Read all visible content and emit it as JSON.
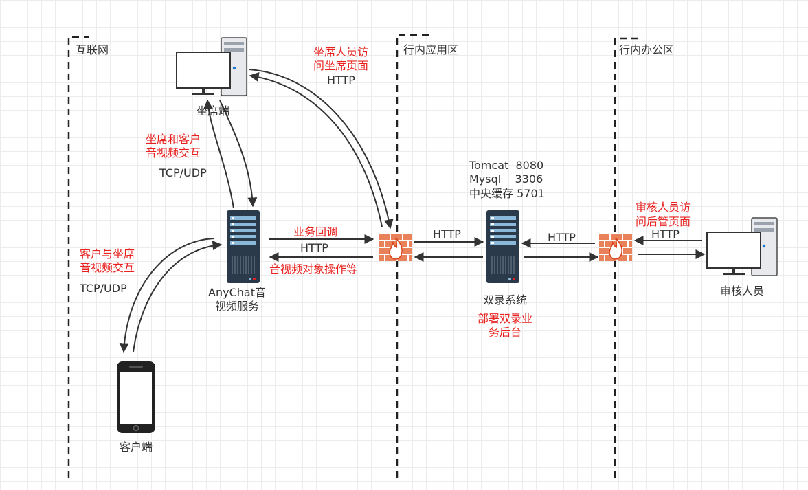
{
  "zones": {
    "internet": "互联网",
    "bank_app": "行内应用区",
    "bank_office": "行内办公区"
  },
  "nodes": {
    "agent_terminal": "坐席端",
    "anychat_line1": "AnyChat音",
    "anychat_line2": "视频服务",
    "client": "客户端",
    "dual_record": "双录系统",
    "reviewer": "审核人员"
  },
  "edges": {
    "agent_web_line1": "坐席人员访",
    "agent_web_line2": "问坐席页面",
    "agent_web_proto": "HTTP",
    "agent_av_line1": "坐席和客户",
    "agent_av_line2": "音视频交互",
    "agent_av_proto": "TCP/UDP",
    "client_av_line1": "客户与坐席",
    "client_av_line2": "音视频交互",
    "client_av_proto": "TCP/UDP",
    "callback": "业务回调",
    "callback_proto": "HTTP",
    "av_ops": "音视频对象操作等",
    "fw_to_dual": "HTTP",
    "dual_to_fw2": "HTTP",
    "reviewer_web_line1": "审核人员访",
    "reviewer_web_line2": "问后管页面",
    "reviewer_proto": "HTTP"
  },
  "annotations": {
    "tomcat": "Tomcat  8080",
    "mysql": "Mysql    3306",
    "cache": "中央缓存 5701",
    "deploy_line1": "部署双录业",
    "deploy_line2": "务后台"
  },
  "colors": {
    "label_red": "#e8221f",
    "server_dark": "#2b3a4a",
    "firewall": "#e9825a",
    "line": "#333333"
  }
}
